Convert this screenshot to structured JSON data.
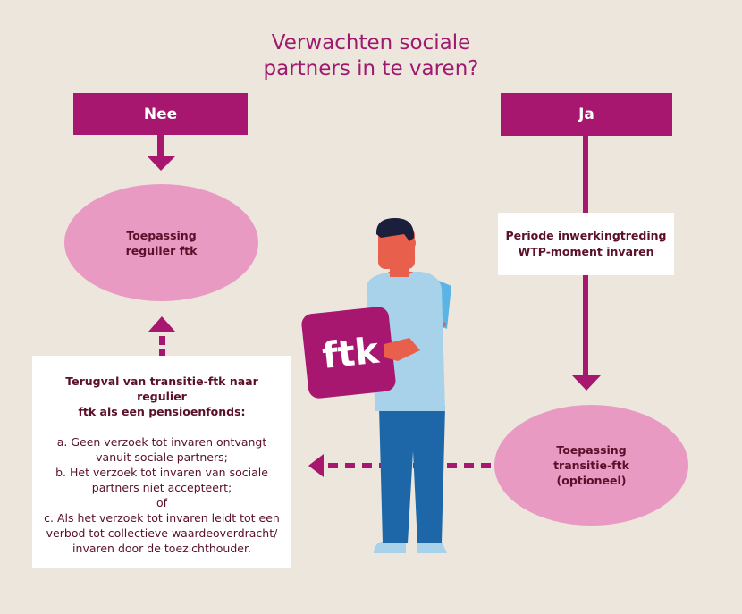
{
  "title": "Verwachten sociale\npartners in te varen?",
  "no_label": "Nee",
  "yes_label": "Ja",
  "left_ellipse": "Toepassing\nregulier ftk",
  "periode": "Periode inwerkingtreding\nWTP-moment invaren",
  "right_ellipse": "Toepassing\ntransitie-ftk\n(optioneel)",
  "terugval": {
    "heading": "Terugval van transitie-ftk naar regulier\nftk als een pensioenfonds:",
    "items": [
      "a. Geen verzoek tot invaren ontvangt\nvanuit sociale partners;",
      "b. Het verzoek tot invaren van sociale\npartners niet accepteert;",
      "of",
      "c. Als het verzoek tot invaren leidt tot een\nverbod tot collectieve waardeoverdracht/\ninvaren door de toezichthouder."
    ]
  },
  "sign_text": "ftk",
  "colors": {
    "background": "#ece6dd",
    "magenta": "#a8176f",
    "pink": "#e99ac2",
    "text_dark": "#5a0f2b",
    "shirt": "#a7d2ea",
    "skin": "#e8604c",
    "pants": "#1d67a8"
  }
}
